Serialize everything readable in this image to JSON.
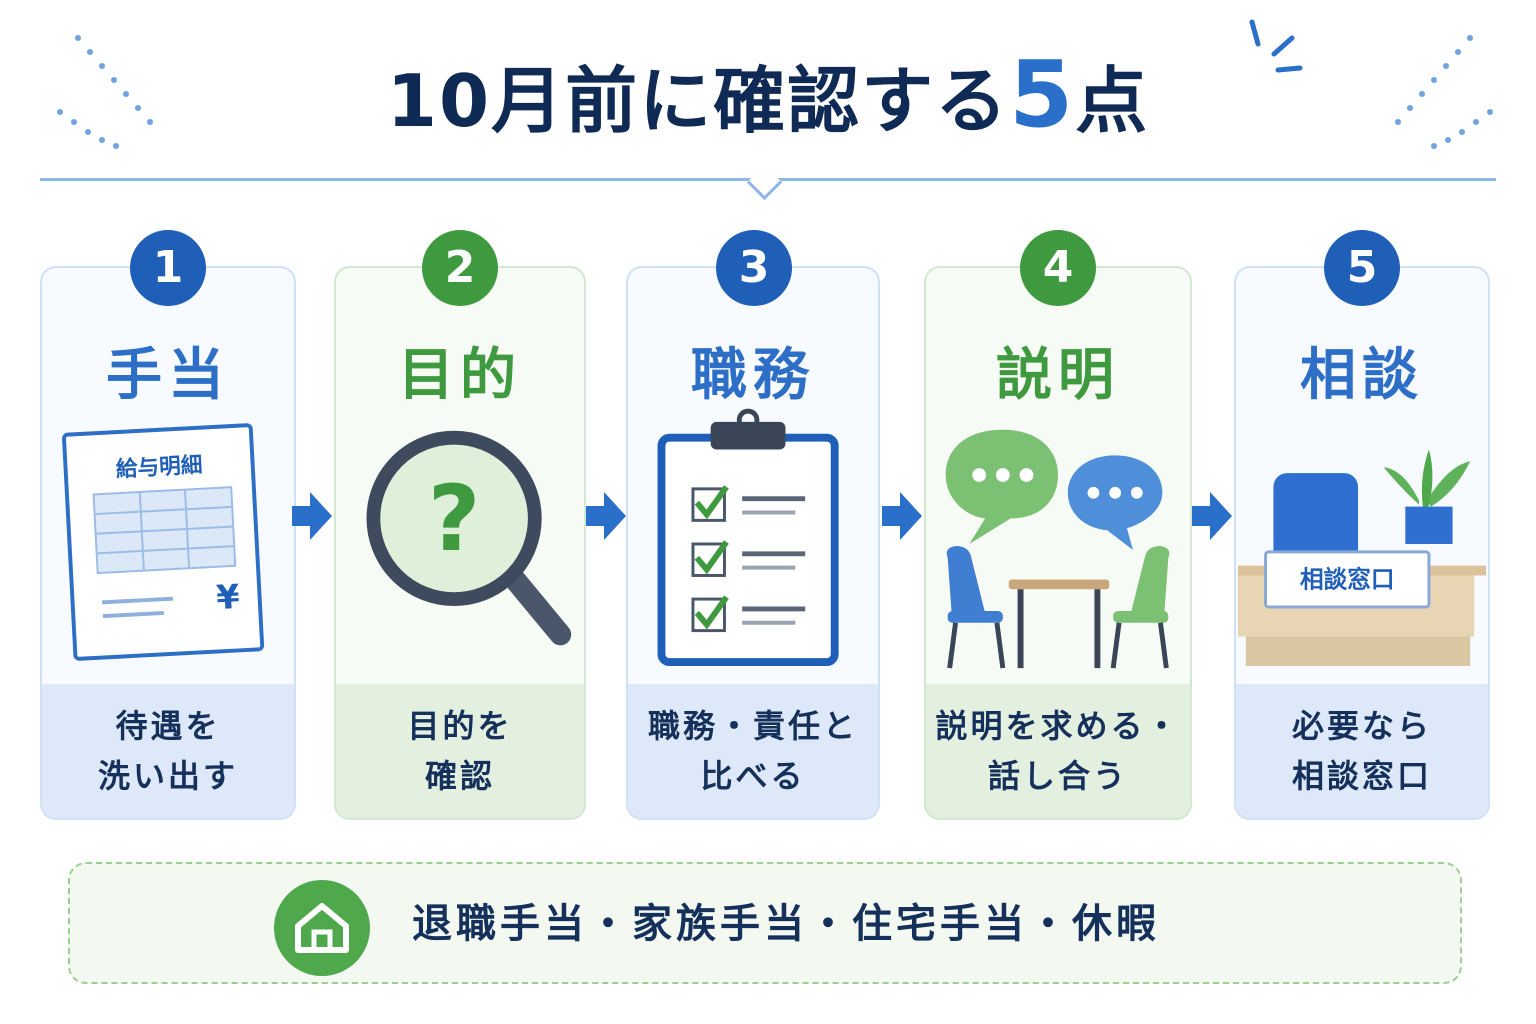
{
  "title": {
    "main": "10月前に確認する",
    "number": "5",
    "suffix": "点"
  },
  "steps": [
    {
      "number": "1",
      "label": "手当",
      "description": "待遇を\n洗い出す",
      "icon": "payslip-icon",
      "color": "blue"
    },
    {
      "number": "2",
      "label": "目的",
      "description": "目的を\n確認",
      "icon": "magnifier-question-icon",
      "color": "green"
    },
    {
      "number": "3",
      "label": "職務",
      "description": "職務・責任と\n比べる",
      "icon": "clipboard-checklist-icon",
      "color": "blue"
    },
    {
      "number": "4",
      "label": "説明",
      "description": "説明を求める・\n話し合う",
      "icon": "conversation-icon",
      "color": "green"
    },
    {
      "number": "5",
      "label": "相談",
      "description": "必要なら\n相談窓口",
      "icon": "consultation-desk-icon",
      "color": "blue"
    }
  ],
  "illustrations": {
    "payslip_title": "給与明細",
    "yen": "¥",
    "question": "?",
    "desk_sign": "相談窓口"
  },
  "footer": {
    "text": "退職手当・家族手当・住宅手当・休暇",
    "icon": "home-icon"
  },
  "colors": {
    "blue": "#2d6ec7",
    "dark_blue": "#1f5fb8",
    "green": "#3f9a3f",
    "navy": "#0f2a55"
  }
}
